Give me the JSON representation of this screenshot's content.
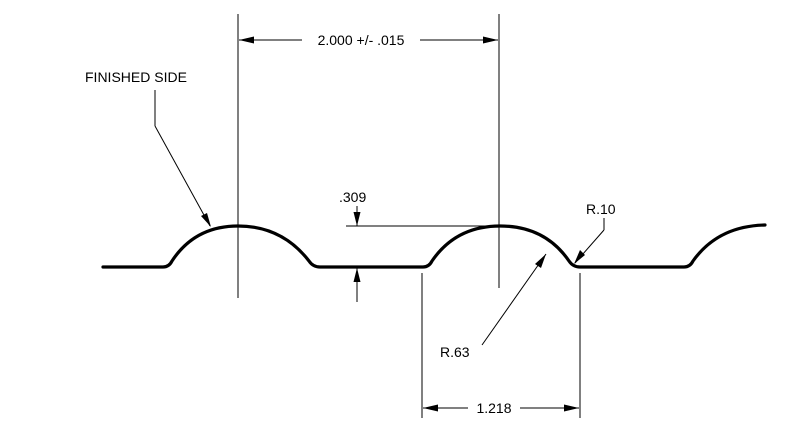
{
  "drawing": {
    "labels": {
      "finished_side": "FINISHED SIDE",
      "pitch_dim": "2.000 +/- .015",
      "height_dim": ".309",
      "small_radius": "R.10",
      "large_radius": "R.63",
      "base_width_dim": "1.218"
    },
    "colors": {
      "line": "#000000",
      "background": "#ffffff"
    }
  }
}
